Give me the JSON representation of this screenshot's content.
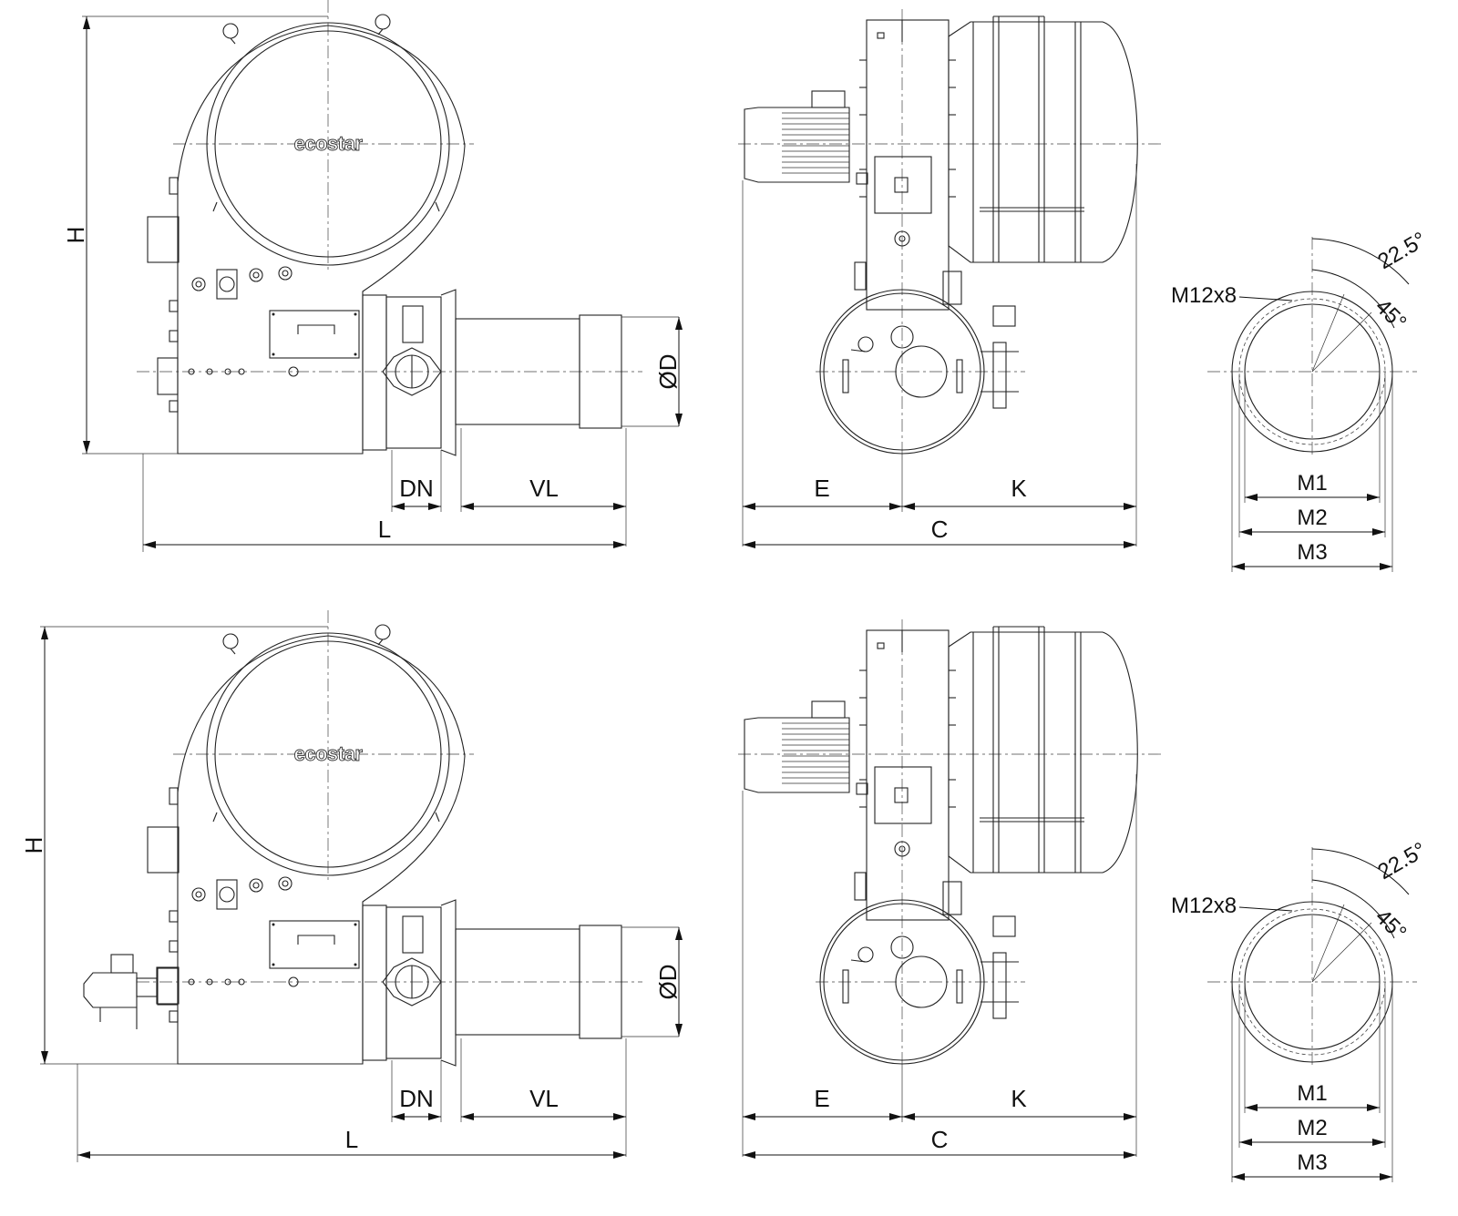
{
  "brand": "ecostar",
  "views": {
    "side": {
      "height_label": "H",
      "diameter_label": "ØD",
      "flange_label": "DN",
      "tube_label": "VL",
      "length_label": "L"
    },
    "front": {
      "left_label": "E",
      "right_label": "K",
      "total_label": "C"
    },
    "flange": {
      "bolt_label": "M12x8",
      "angle_a": "22.5°",
      "angle_b": "45°",
      "m1": "M1",
      "m2": "M2",
      "m3": "M3"
    }
  }
}
